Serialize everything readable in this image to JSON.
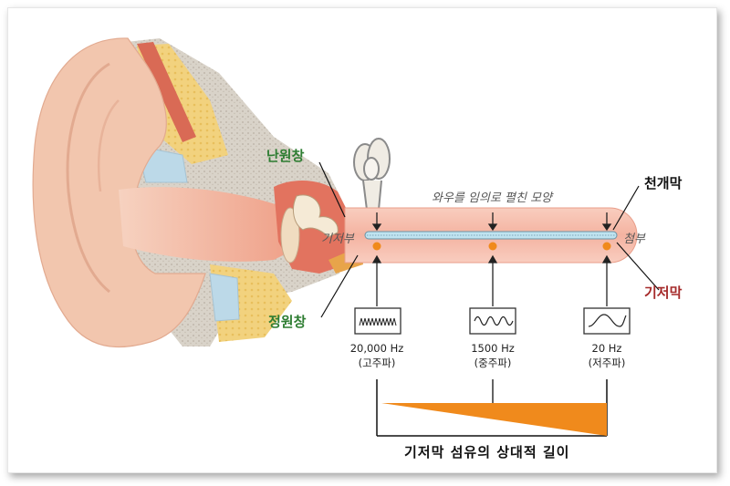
{
  "labels": {
    "round_window": "정원창",
    "oval_window": "난원창",
    "tectorial_membrane": "천개막",
    "basilar_membrane": "기저막",
    "base": "기저부",
    "apex": "첨부",
    "uncoiled_caption": "와우를 임의로 펼친 모양"
  },
  "frequencies": [
    {
      "hz": "20,000 Hz",
      "desc": "(고주파)"
    },
    {
      "hz": "1500 Hz",
      "desc": "(중주파)"
    },
    {
      "hz": "20 Hz",
      "desc": "(저주파)"
    }
  ],
  "bottom_caption": "기저막 섬유의 상대적 길이",
  "colors": {
    "skin": "#f2c9b2",
    "canal": "#f0b8a4",
    "bone": "#d8d2c8",
    "fat": "#f3d27a",
    "cochlea_tube": "#f4b6a6",
    "membrane": "#bfe3f0",
    "wedge": "#f08a1c",
    "label_green": "#2e7d32",
    "label_red": "#a52a2a"
  }
}
